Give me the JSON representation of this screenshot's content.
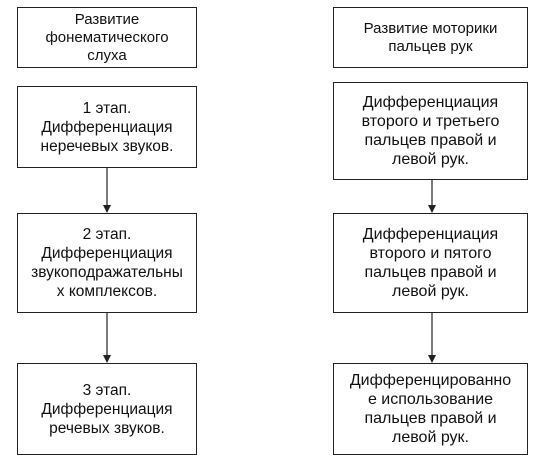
{
  "left_column": {
    "header": [
      "Развитие",
      "фонематического",
      "слуха"
    ],
    "stages": [
      [
        "1 этап.",
        "Дифференциация",
        "неречевых звуков."
      ],
      [
        "2 этап.",
        "Дифференциация",
        "звукоподражательны",
        "х комплексов."
      ],
      [
        "3 этап.",
        "Дифференциация",
        "речевых звуков."
      ]
    ]
  },
  "right_column": {
    "header": [
      "Развитие моторики",
      "пальцев рук"
    ],
    "stages": [
      [
        "Дифференциация",
        "второго и третьего",
        "пальцев правой и",
        "левой рук."
      ],
      [
        "Дифференциация",
        "второго и пятого",
        "пальцев правой и",
        "левой рук."
      ],
      [
        "Дифференцированно",
        "е использование",
        "пальцев правой и",
        "левой рук."
      ]
    ]
  }
}
